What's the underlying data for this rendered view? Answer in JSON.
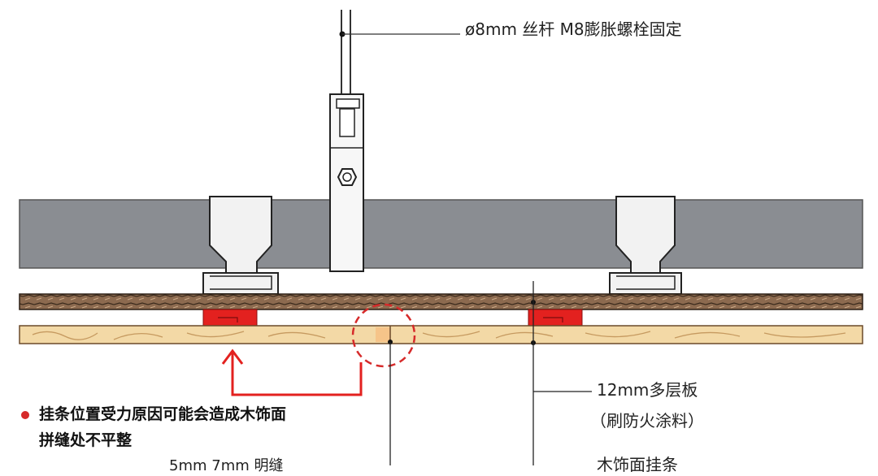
{
  "labels": {
    "rod": "ø8mm 丝杆 M8膨胀螺栓固定",
    "plywood_line1": "12mm多层板",
    "plywood_line2": "（刷防火涂料）",
    "wood_partial": "木饰面挂条",
    "joint_partial": "5mm   7mm 明缝"
  },
  "note": {
    "line1": "挂条位置受力原因可能会造成木饰面",
    "line2": "拼缝处不平整"
  },
  "colors": {
    "keel": "#8a8d92",
    "clip": "#f2f2f2",
    "plywood": "#8c6a4f",
    "wood_veneer": "#f3d9a6",
    "hanger_strip": "#e3211f",
    "note_red": "#d62a2a",
    "line": "#222222"
  }
}
